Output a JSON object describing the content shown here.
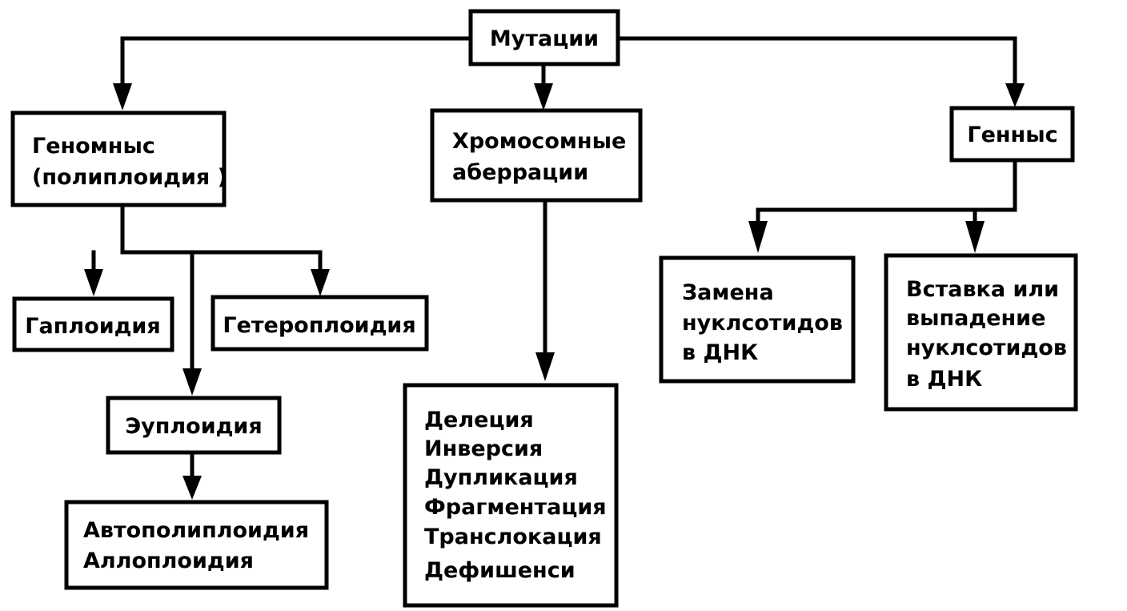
{
  "diagram": {
    "root": "Мутации",
    "categories": {
      "genomic": [
        "Геномныс",
        "(полиплоидия )"
      ],
      "chromosomal": [
        "Хромосомные",
        "аберрации"
      ],
      "gene": "Генныс"
    },
    "genomic_subtypes": {
      "haploidy": "Гаплоидия",
      "heteroploidy": "Гетероплоидия",
      "euploidy": "Эуплоидия",
      "euploidy_types": [
        "Автополиплоидия",
        "Аллоплоидия"
      ]
    },
    "chromosomal_types": [
      "Делеция",
      "Инверсия",
      "Дупликация",
      "Фрагментация",
      "Транслокация",
      "Дефишенси"
    ],
    "gene_subtypes": {
      "substitution": [
        "Замена",
        "нуклсотидов",
        "в  ДНК"
      ],
      "insertion_deletion": [
        "Вставка или",
        "выпадение",
        "нуклсотидов",
        "в  ДНК"
      ]
    }
  }
}
